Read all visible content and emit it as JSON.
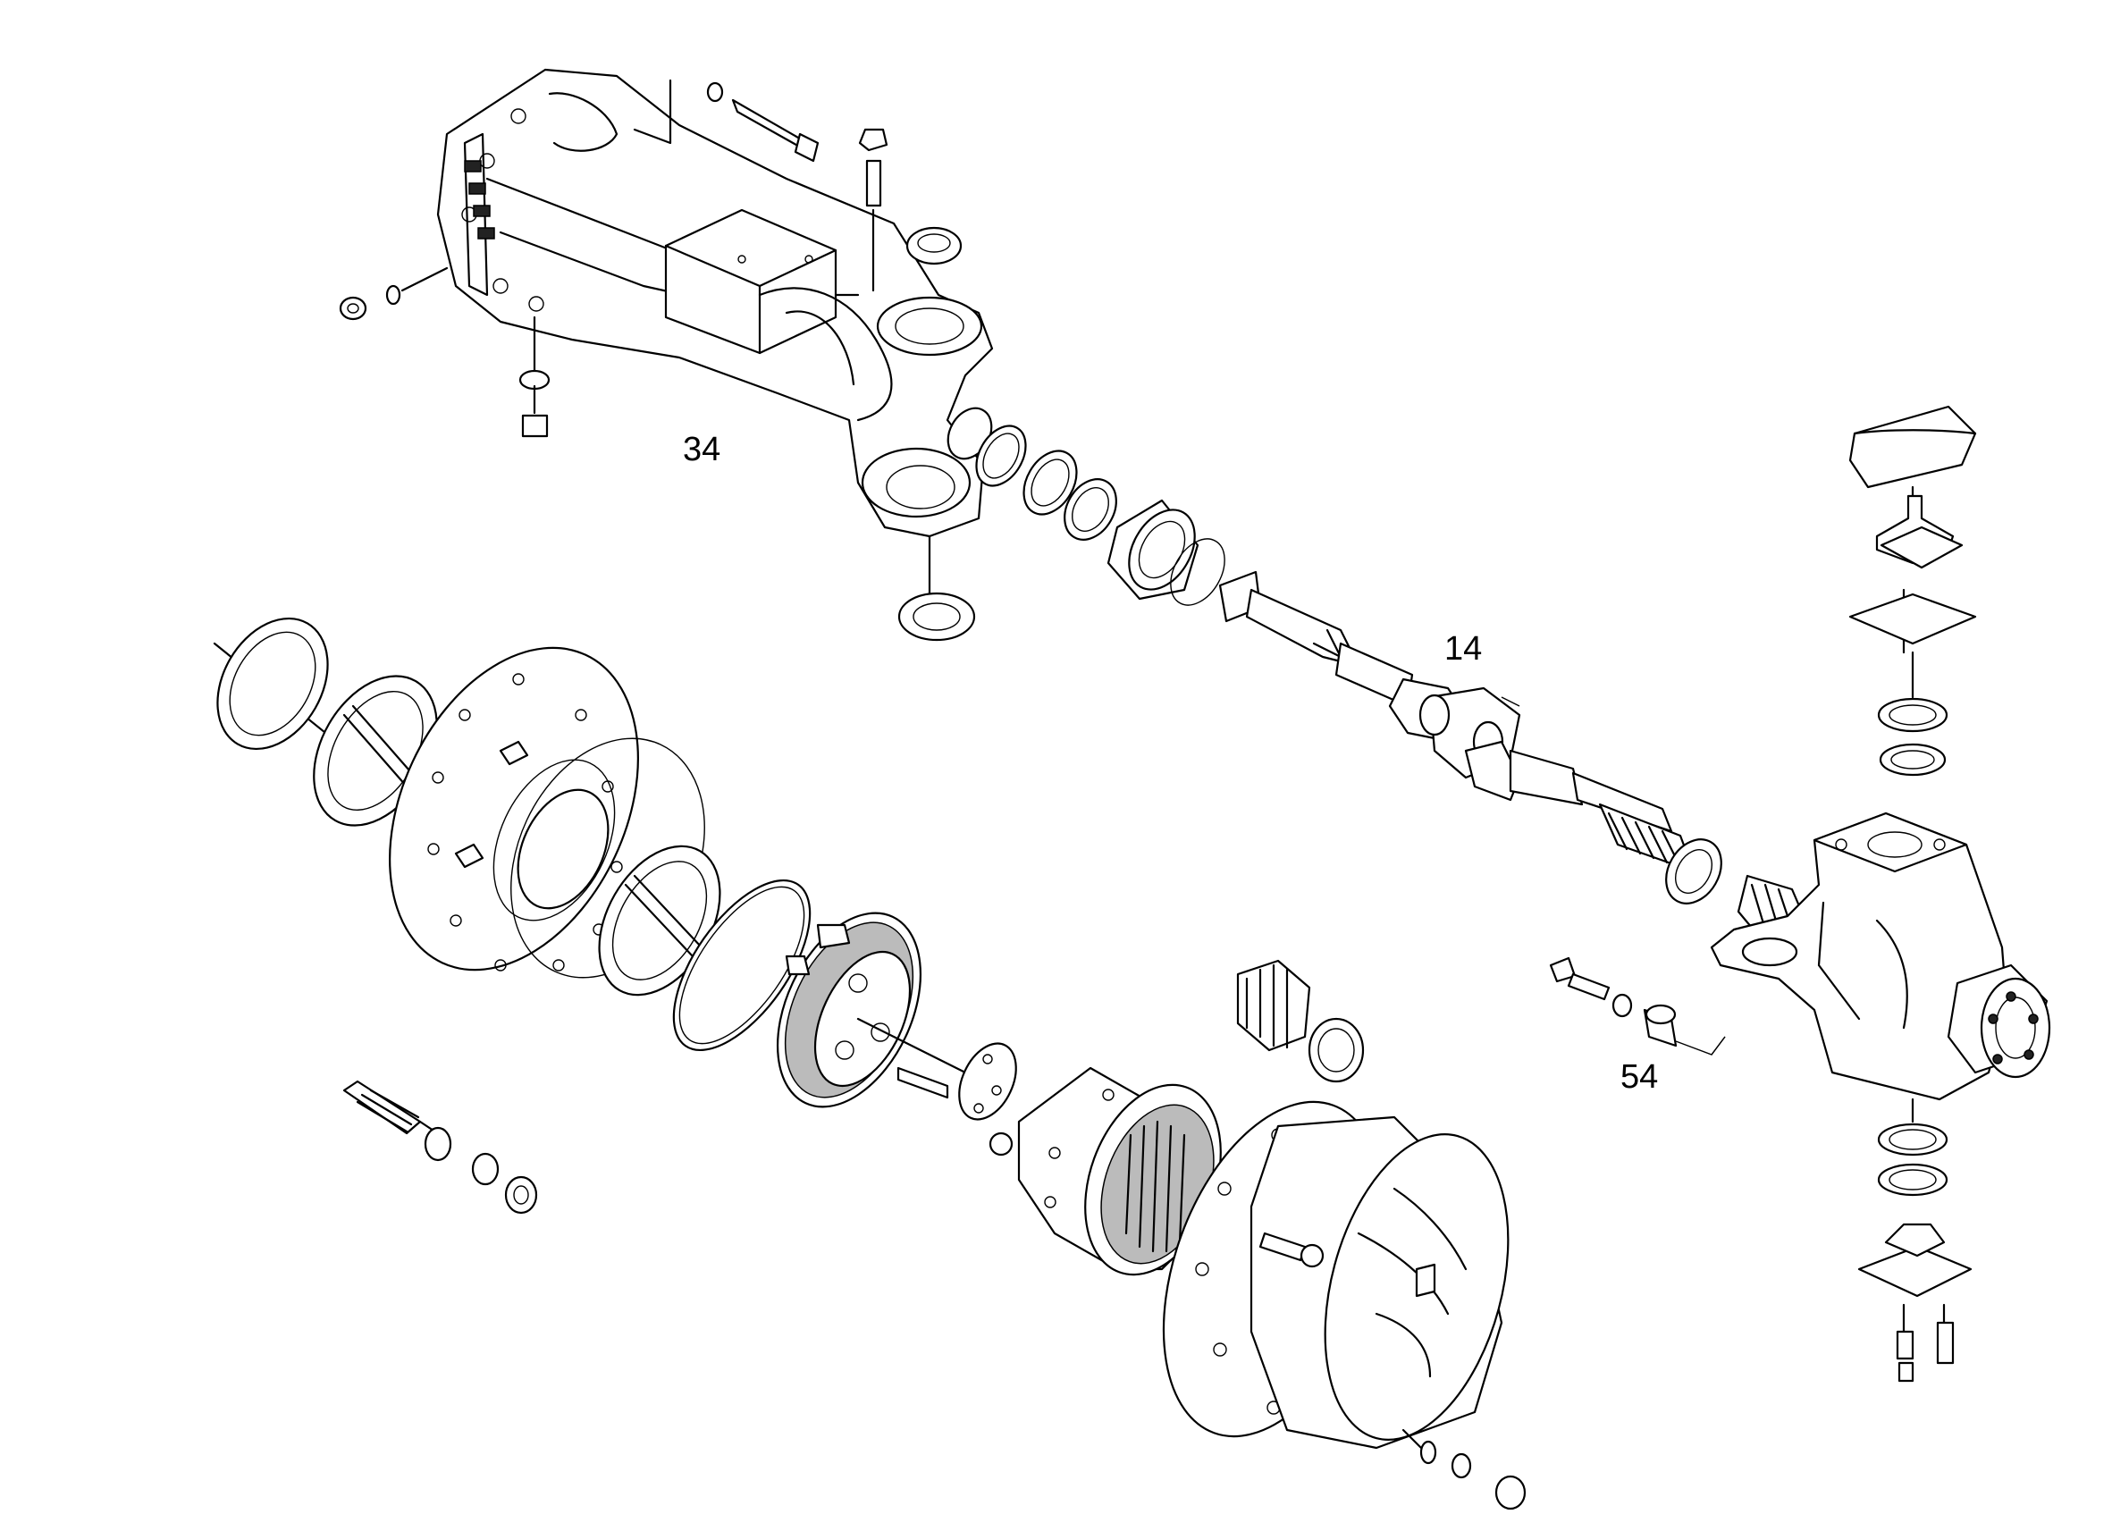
{
  "callouts": [
    {
      "id": "34",
      "text": "34"
    },
    {
      "id": "14",
      "text": "14"
    },
    {
      "id": "54",
      "text": "54"
    }
  ],
  "colors": {
    "background": "#ffffff",
    "line": "#000000"
  }
}
